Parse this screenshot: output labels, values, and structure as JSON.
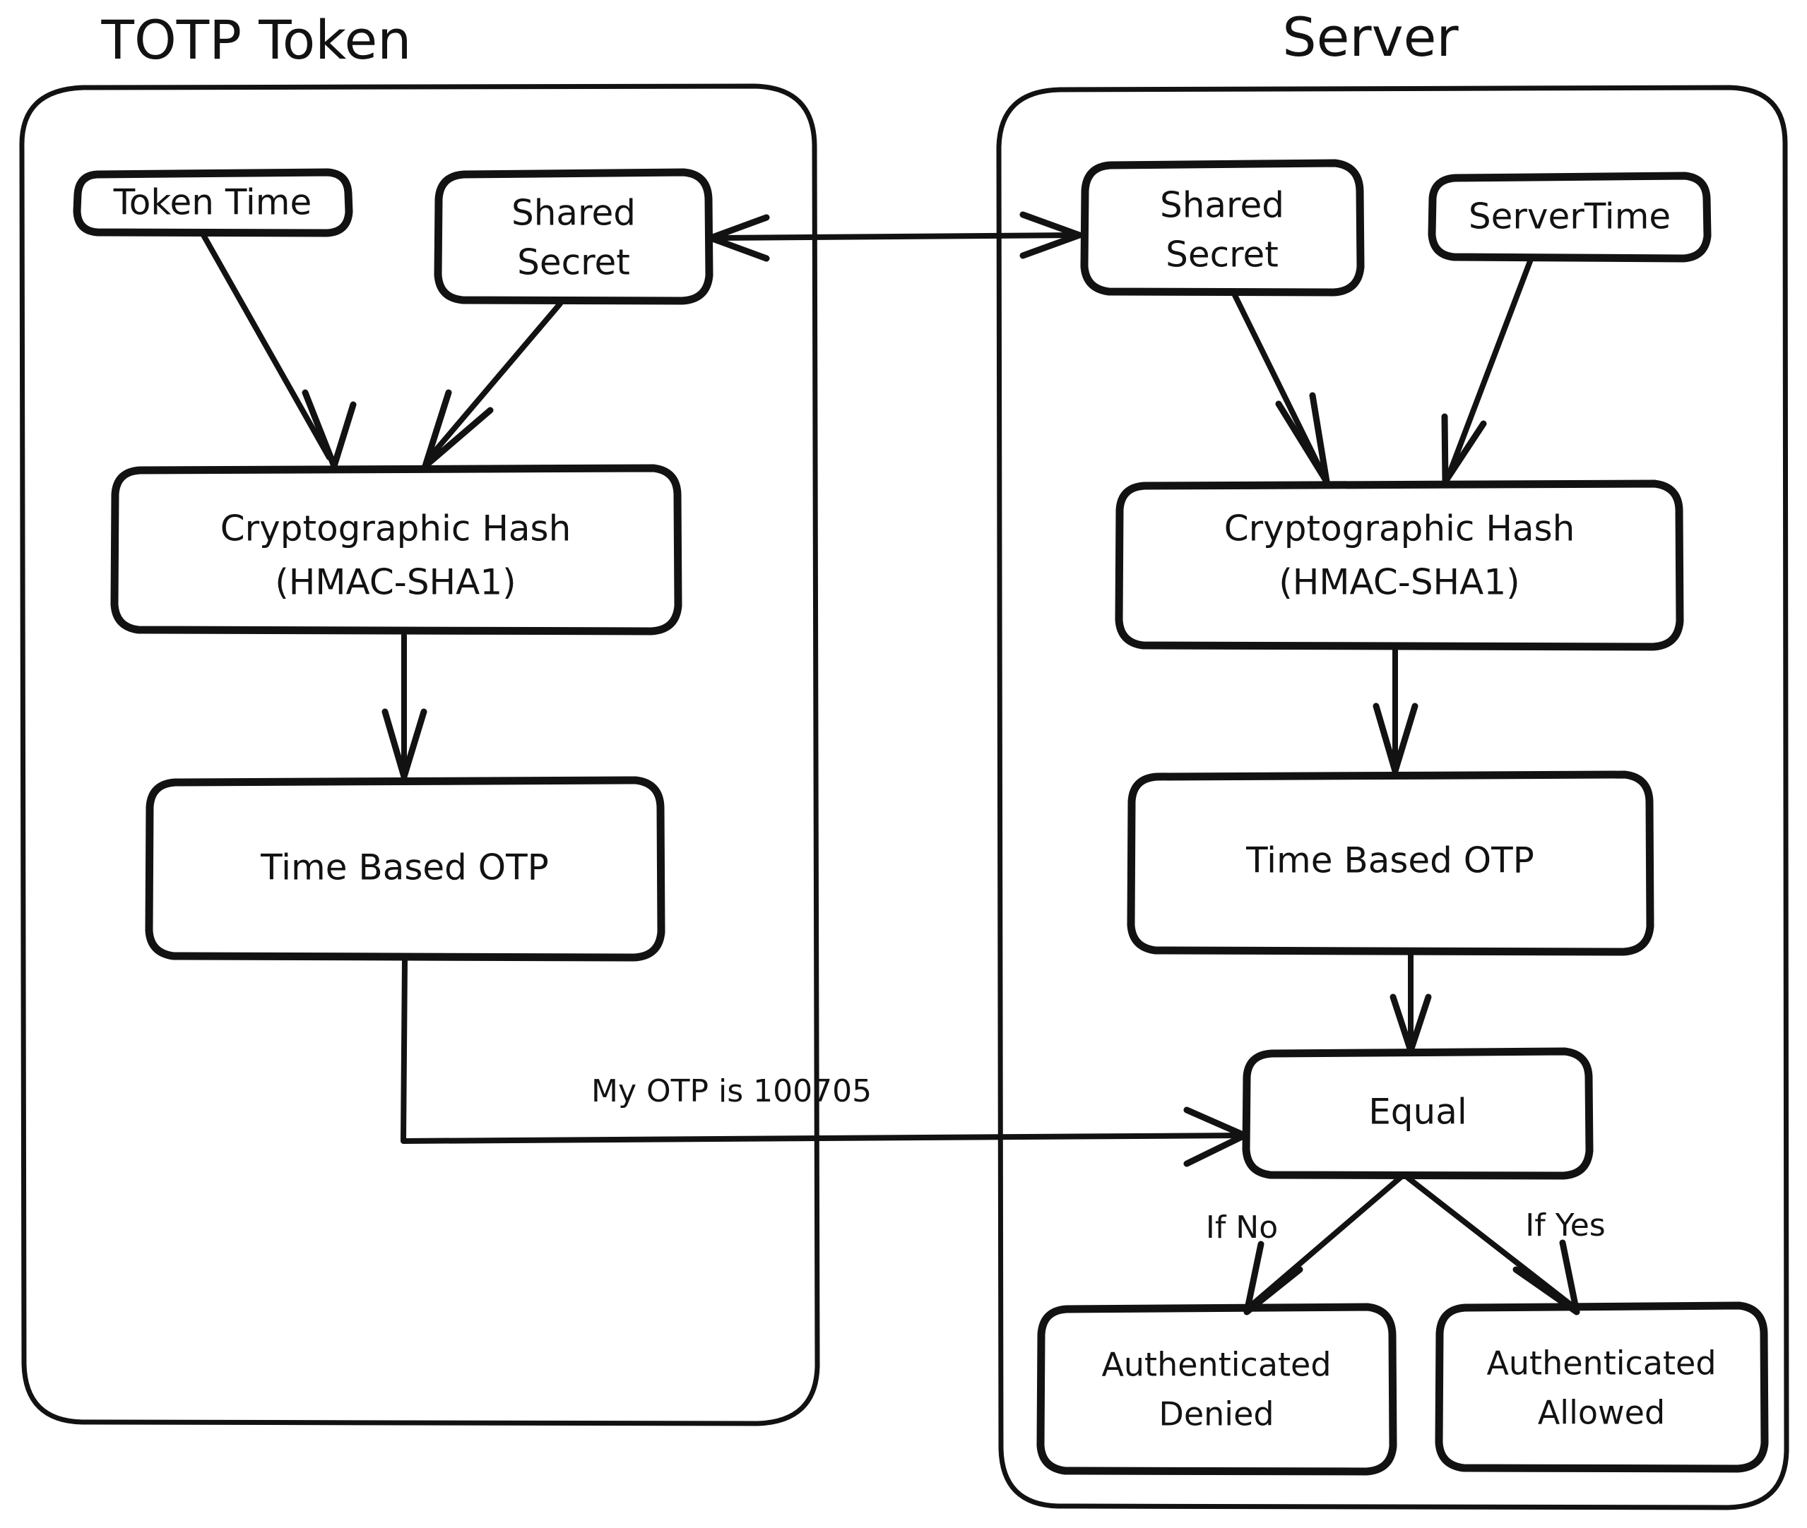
{
  "diagram": {
    "title_left": "TOTP Token",
    "title_right": "Server",
    "background_color": "#ffffff",
    "stroke_color": "#121212",
    "style": "hand-drawn sketch flowchart",
    "containers": [
      {
        "id": "totp-token",
        "label": "TOTP Token"
      },
      {
        "id": "server",
        "label": "Server"
      }
    ],
    "nodes": {
      "token_time": "Token Time",
      "token_shared_secret_line1": "Shared",
      "token_shared_secret_line2": "Secret",
      "token_hash_line1": "Cryptographic Hash",
      "token_hash_line2": "(HMAC-SHA1)",
      "token_otp": "Time Based OTP",
      "server_shared_secret_line1": "Shared",
      "server_shared_secret_line2": "Secret",
      "server_time": "ServerTime",
      "server_hash_line1": "Cryptographic Hash",
      "server_hash_line2": "(HMAC-SHA1)",
      "server_otp": "Time Based OTP",
      "equal": "Equal",
      "denied_line1": "Authenticated",
      "denied_line2": "Denied",
      "allowed_line1": "Authenticated",
      "allowed_line2": "Allowed"
    },
    "edge_labels": {
      "otp_message": "My OTP is 100705",
      "branch_no": "If No",
      "branch_yes": "If Yes"
    },
    "otp_value": "100705",
    "hash_algorithm": "HMAC-SHA1"
  }
}
